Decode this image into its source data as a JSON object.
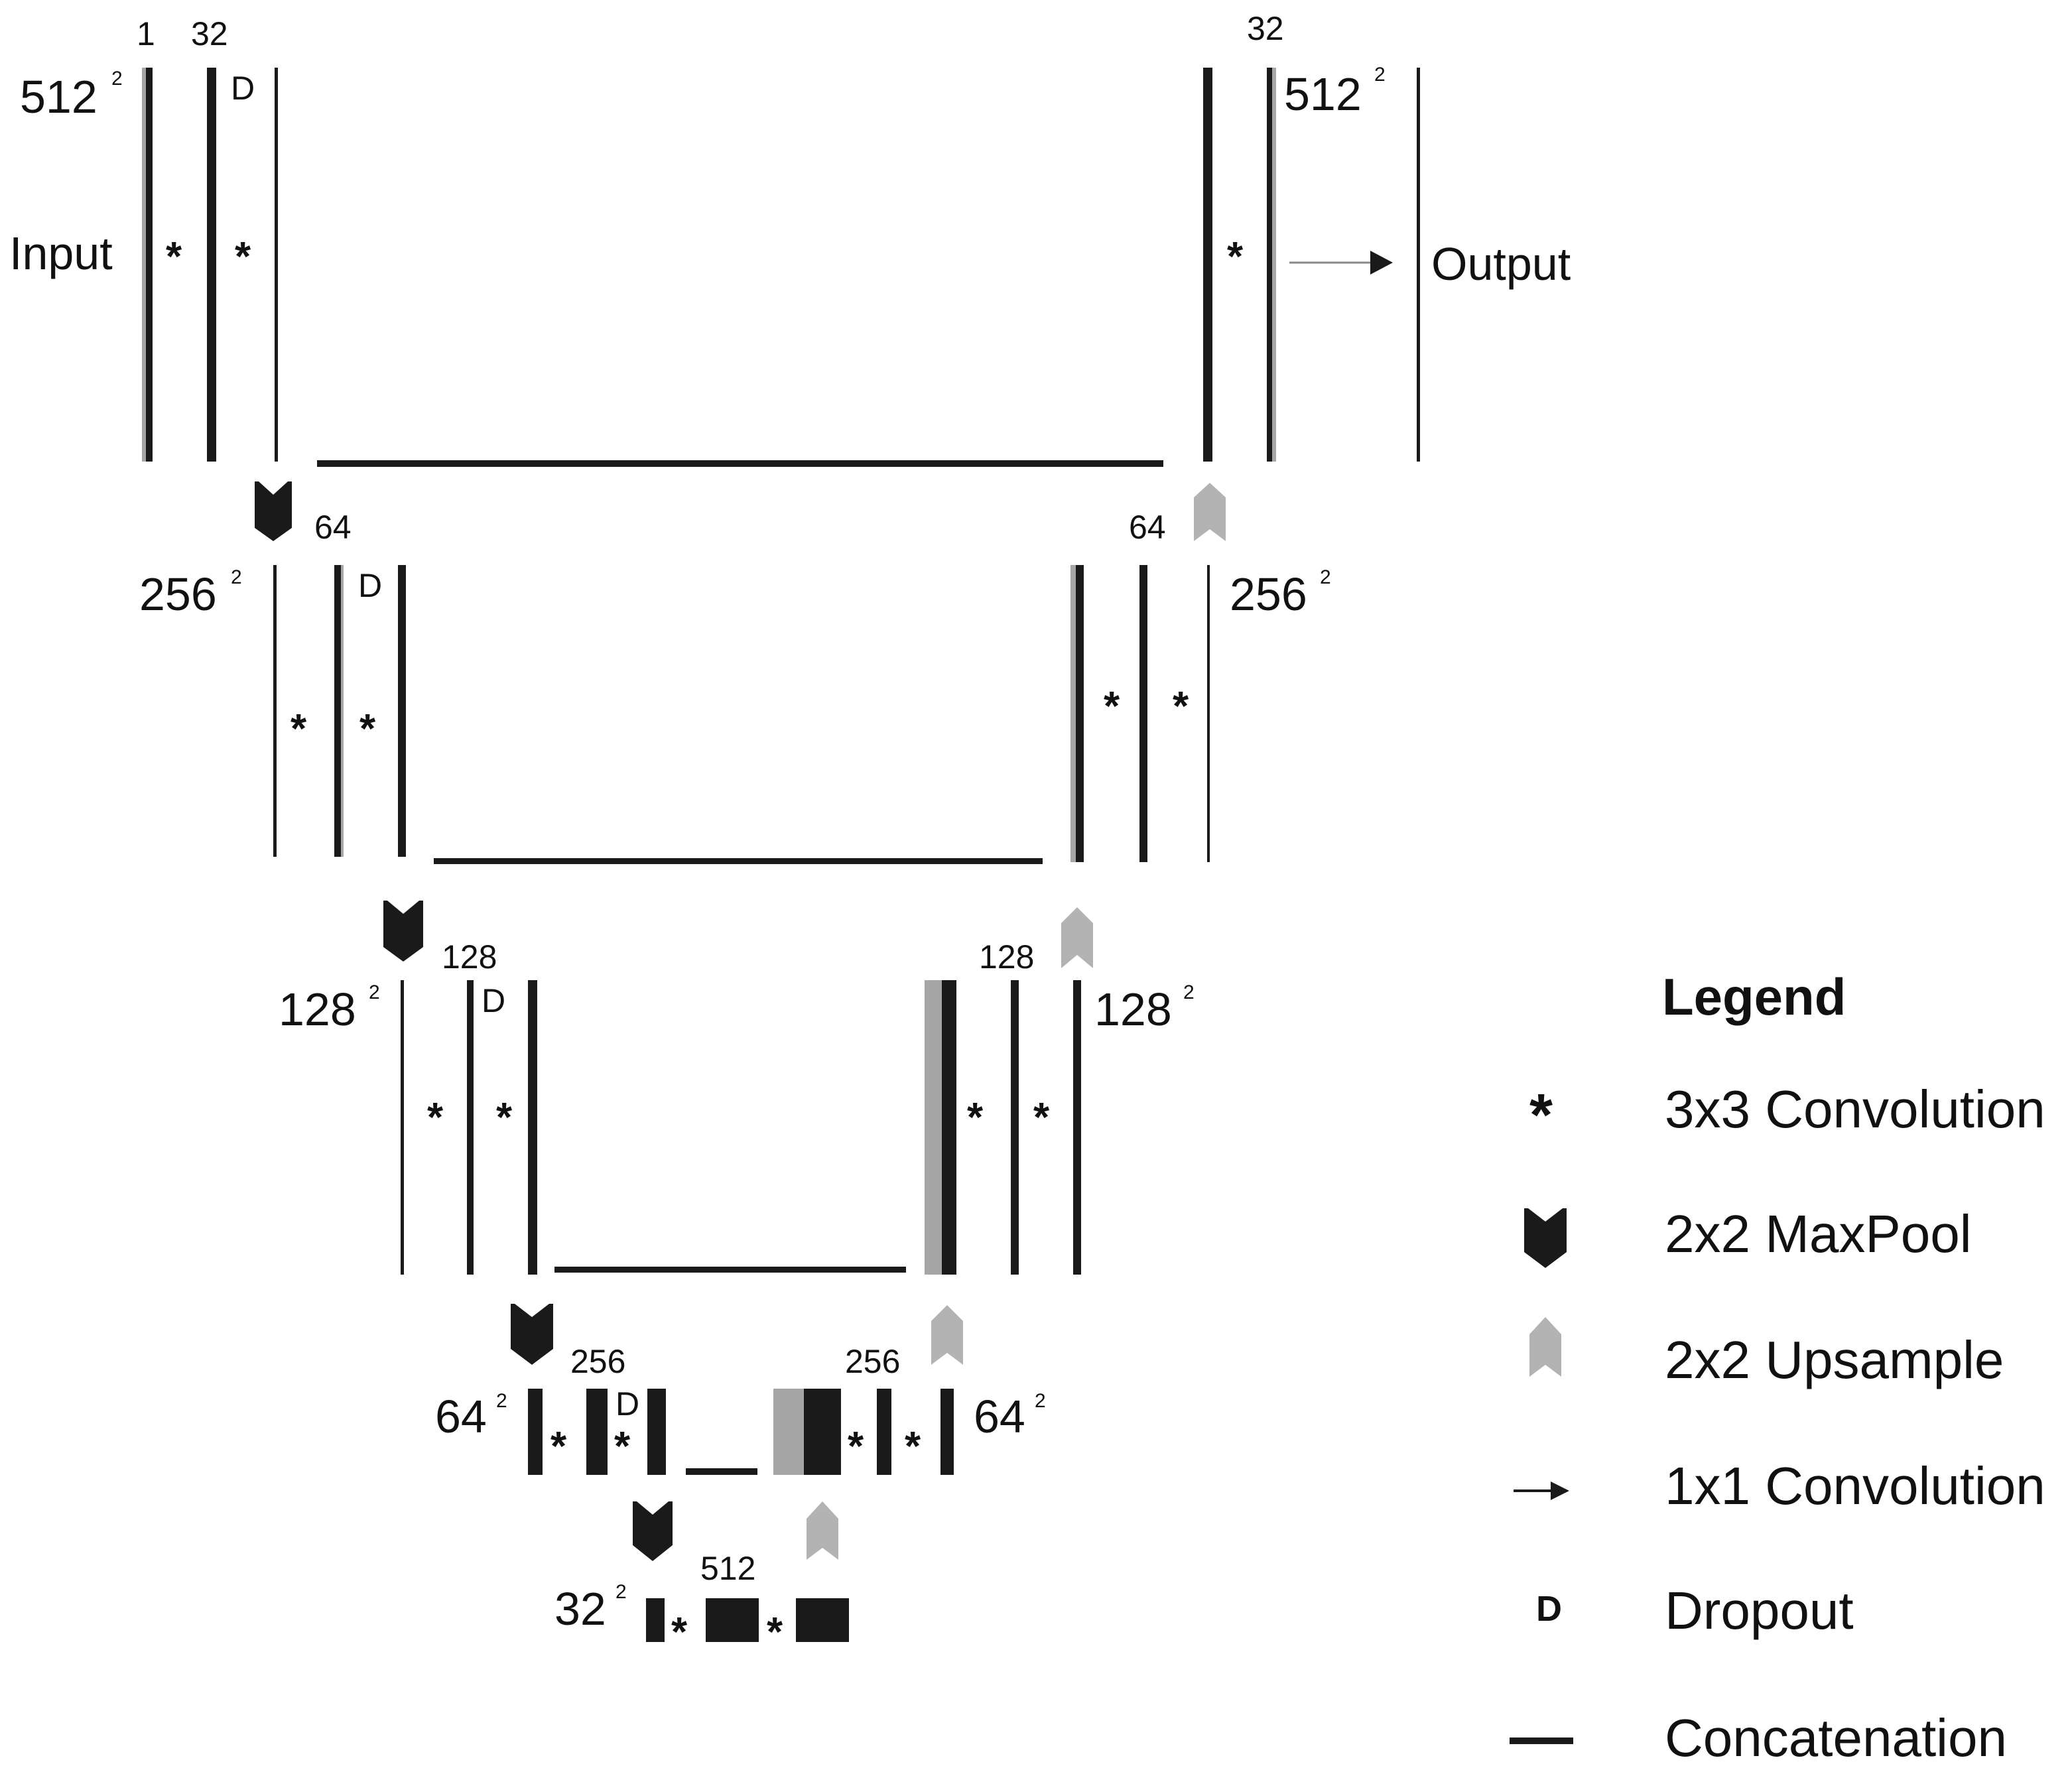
{
  "colors": {
    "black": "#1a1a1a",
    "gray": "#a6a6a6",
    "upsample": "#b3b3b3"
  },
  "levels": [
    {
      "res": "512",
      "exp": "2",
      "left_ch": "32",
      "right_ch": "32",
      "first_ch": "1",
      "dropout": "D",
      "io_input": "Input",
      "io_output": "Output"
    },
    {
      "res": "256",
      "exp": "2",
      "left_ch": "64",
      "right_ch": "64",
      "dropout": "D"
    },
    {
      "res": "128",
      "exp": "2",
      "left_ch": "128",
      "right_ch": "128",
      "dropout": "D"
    },
    {
      "res": "64",
      "exp": "2",
      "left_ch": "256",
      "right_ch": "256",
      "dropout": "D"
    },
    {
      "res": "32",
      "exp": "2",
      "bottom_ch": "512"
    }
  ],
  "conv_symbol": "*",
  "legend": {
    "title": "Legend",
    "items": [
      {
        "icon": "asterisk-icon",
        "symbol": "*",
        "label": "3x3 Convolution"
      },
      {
        "icon": "maxpool-chevron-icon",
        "label": "2x2 MaxPool"
      },
      {
        "icon": "upsample-chevron-icon",
        "label": "2x2 Upsample"
      },
      {
        "icon": "arrow-right-icon",
        "label": "1x1 Convolution"
      },
      {
        "icon": "dropout-icon",
        "symbol": "D",
        "label": "Dropout"
      },
      {
        "icon": "concatenation-line-icon",
        "label": "Concatenation"
      }
    ]
  }
}
